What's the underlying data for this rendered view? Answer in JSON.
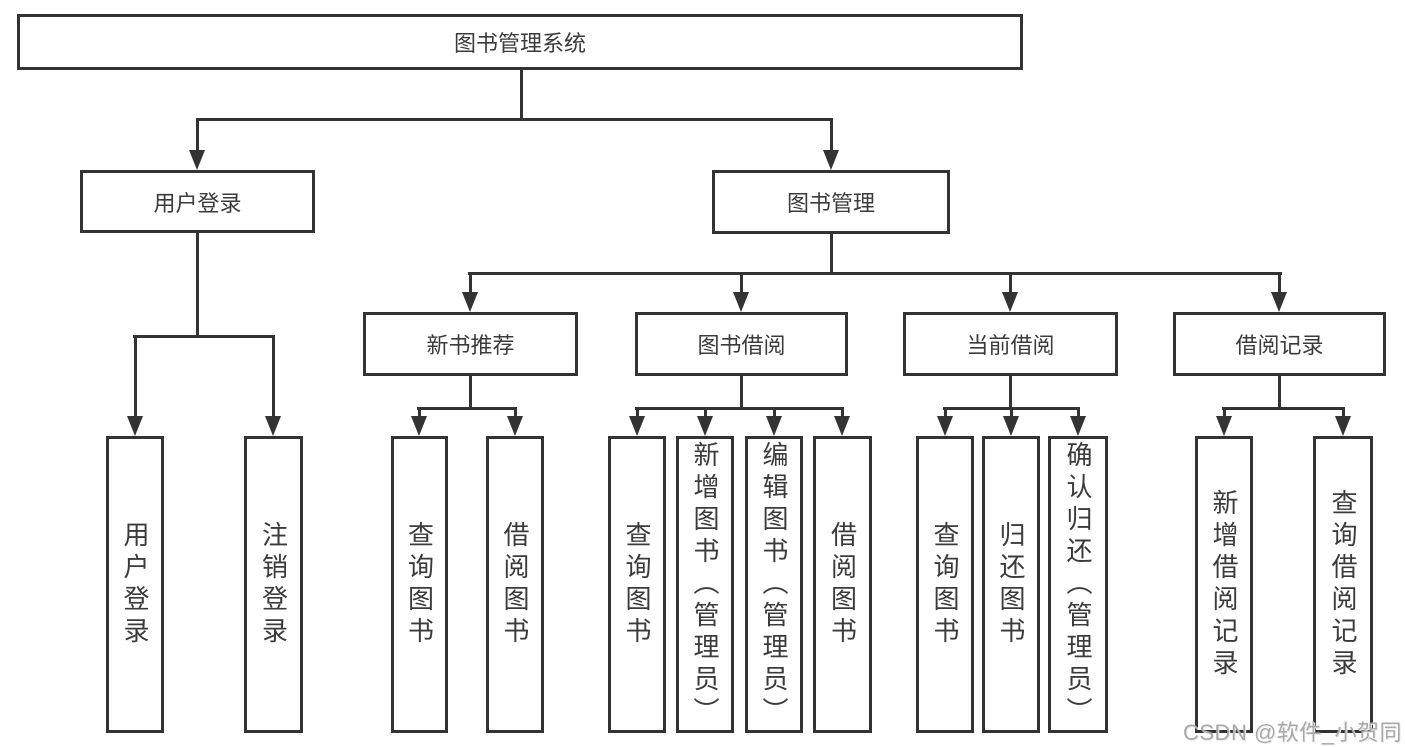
{
  "diagram_type": "tree",
  "colors": {
    "line": "#333333",
    "text": "#3b3b3b",
    "background": "#ffffff",
    "watermark": "#a9a9a9"
  },
  "tree": {
    "label": "图书管理系统",
    "children": [
      {
        "label": "用户登录",
        "children": [
          {
            "label": "用户登录"
          },
          {
            "label": "注销登录"
          }
        ]
      },
      {
        "label": "图书管理",
        "children": [
          {
            "label": "新书推荐",
            "children": [
              {
                "label": "查询图书"
              },
              {
                "label": "借阅图书"
              }
            ]
          },
          {
            "label": "图书借阅",
            "children": [
              {
                "label": "查询图书"
              },
              {
                "label": "新增图书（管理员）"
              },
              {
                "label": "编辑图书（管理员）"
              },
              {
                "label": "借阅图书"
              }
            ]
          },
          {
            "label": "当前借阅",
            "children": [
              {
                "label": "查询图书"
              },
              {
                "label": "归还图书"
              },
              {
                "label": "确认归还（管理员）"
              }
            ]
          },
          {
            "label": "借阅记录",
            "children": [
              {
                "label": "新增借阅记录"
              },
              {
                "label": "查询借阅记录"
              }
            ]
          }
        ]
      }
    ]
  },
  "watermark": {
    "text": "CSDN @软件_小贺同学"
  }
}
